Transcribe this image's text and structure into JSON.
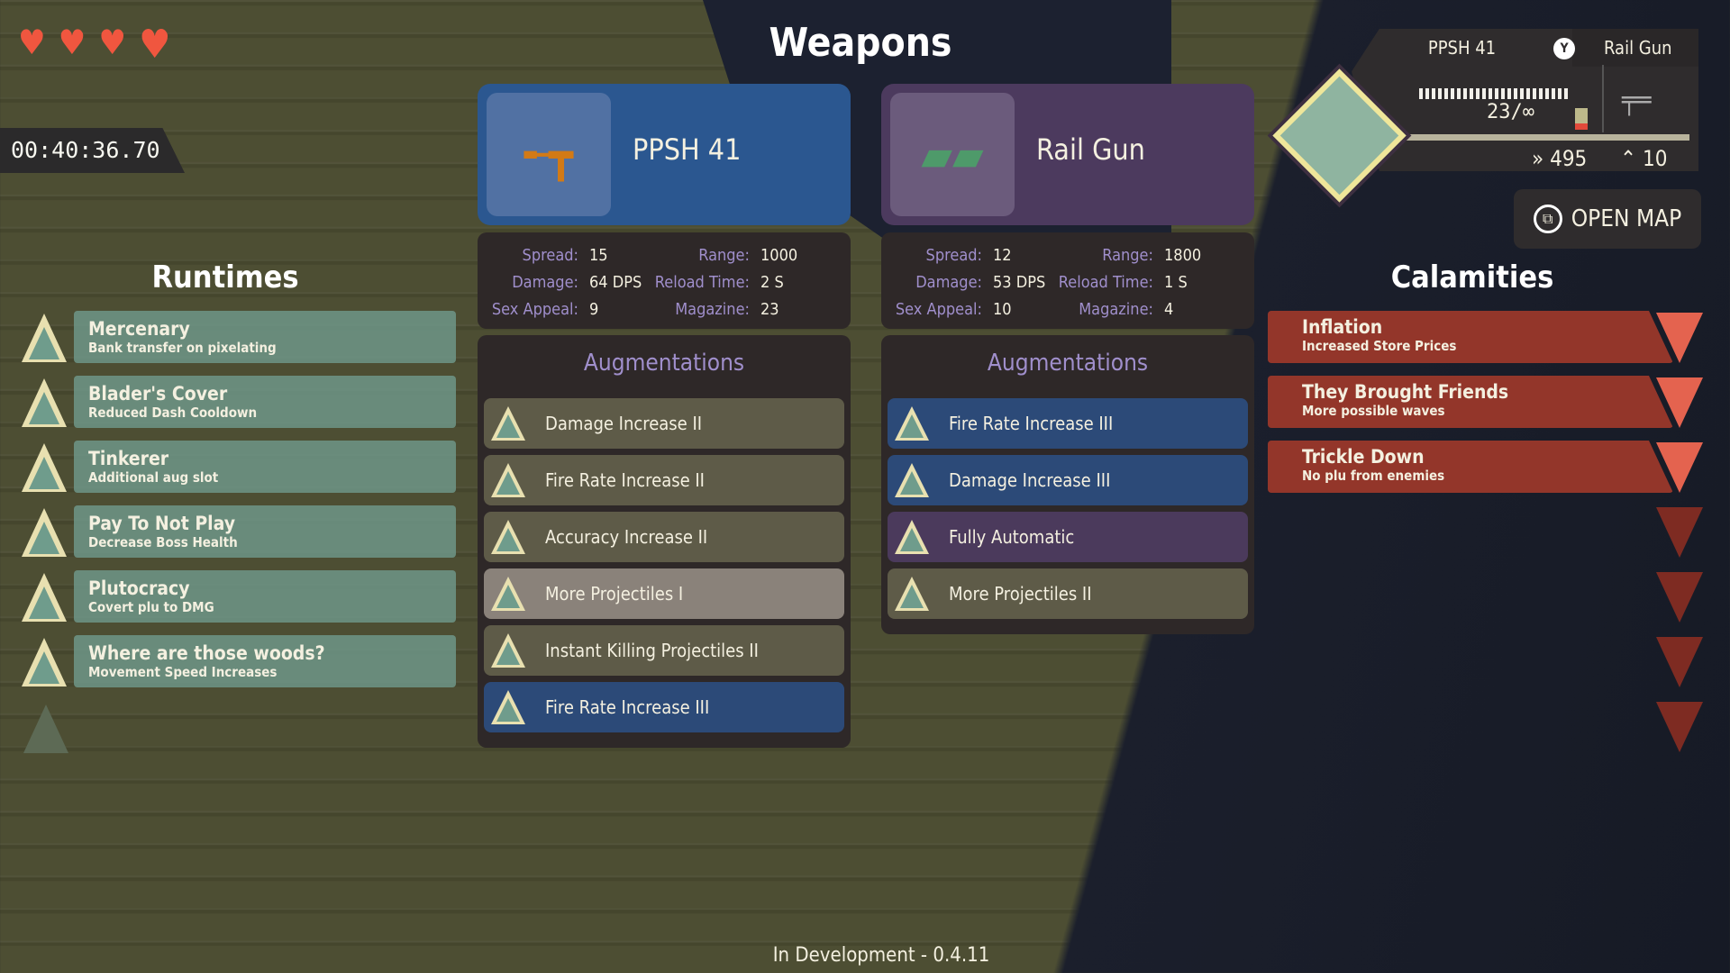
{
  "hud": {
    "hearts": 4,
    "timer": "00:40:36.70",
    "primary_weapon": "PPSH 41",
    "secondary_weapon": "Rail Gun",
    "swap_key": "Y",
    "ammo": "23/∞",
    "currency": "495",
    "level": "10",
    "open_map": "OPEN MAP"
  },
  "weapons": {
    "title": "Weapons",
    "aug_header": "Augmentations",
    "list": [
      {
        "name": "PPSH 41",
        "spread_label": "Spread:",
        "spread": "15",
        "range_label": "Range:",
        "range": "1000",
        "damage_label": "Damage:",
        "damage": "64 DPS",
        "reload_label": "Reload Time:",
        "reload": "2 S",
        "sex_label": "Sex Appeal:",
        "sex": "9",
        "mag_label": "Magazine:",
        "mag": "23",
        "augs": [
          {
            "label": "Damage Increase II",
            "style": ""
          },
          {
            "label": "Fire Rate Increase II",
            "style": ""
          },
          {
            "label": "Accuracy Increase II",
            "style": ""
          },
          {
            "label": "More Projectiles I",
            "style": "sel"
          },
          {
            "label": "Instant Killing Projectiles II",
            "style": ""
          },
          {
            "label": "Fire Rate Increase III",
            "style": "blue"
          }
        ]
      },
      {
        "name": "Rail Gun",
        "spread_label": "Spread:",
        "spread": "12",
        "range_label": "Range:",
        "range": "1800",
        "damage_label": "Damage:",
        "damage": "53 DPS",
        "reload_label": "Reload Time:",
        "reload": "1 S",
        "sex_label": "Sex Appeal:",
        "sex": "10",
        "mag_label": "Magazine:",
        "mag": "4",
        "augs": [
          {
            "label": "Fire Rate Increase III",
            "style": "blue"
          },
          {
            "label": "Damage Increase III",
            "style": "blue"
          },
          {
            "label": "Fully Automatic",
            "style": "purple"
          },
          {
            "label": "More Projectiles II",
            "style": ""
          }
        ]
      }
    ]
  },
  "runtimes": {
    "title": "Runtimes",
    "items": [
      {
        "name": "Mercenary",
        "desc": "Bank transfer on pixelating"
      },
      {
        "name": "Blader's Cover",
        "desc": "Reduced Dash Cooldown"
      },
      {
        "name": "Tinkerer",
        "desc": "Additional aug slot"
      },
      {
        "name": "Pay To Not Play",
        "desc": "Decrease Boss Health"
      },
      {
        "name": "Plutocracy",
        "desc": "Covert plu to DMG"
      },
      {
        "name": "Where are those woods?",
        "desc": "Movement Speed Increases"
      }
    ]
  },
  "calamities": {
    "title": "Calamities",
    "items": [
      {
        "name": "Inflation",
        "desc": "Increased Store Prices"
      },
      {
        "name": "They Brought Friends",
        "desc": "More possible waves"
      },
      {
        "name": "Trickle Down",
        "desc": "No plu from enemies"
      }
    ]
  },
  "footer": "In Development - 0.4.11"
}
